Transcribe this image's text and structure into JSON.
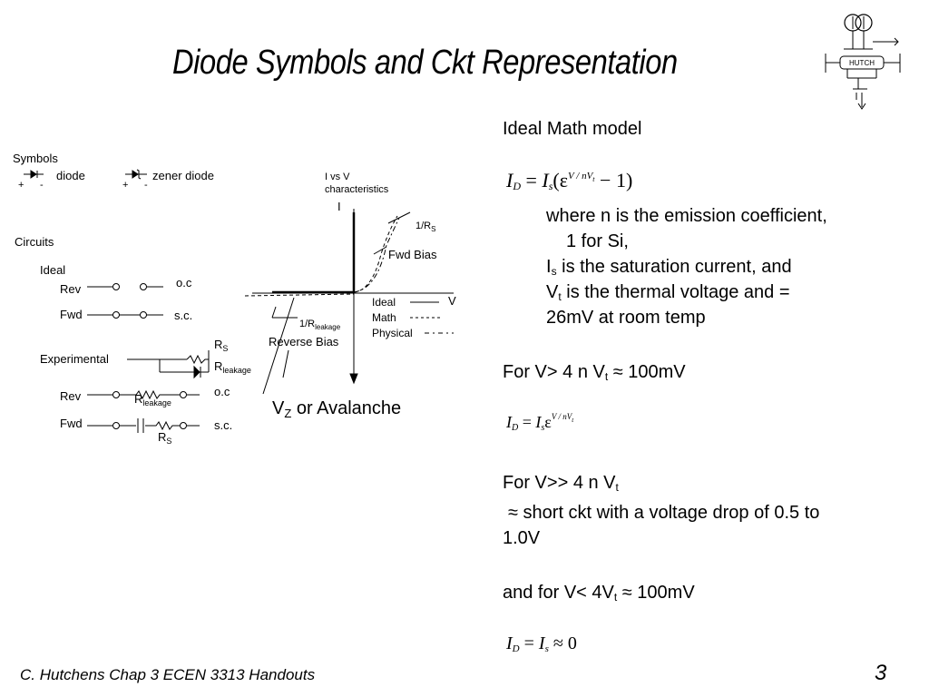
{
  "title": "Diode Symbols and Ckt Representation",
  "logo": {
    "label": "HUTCH"
  },
  "diagram": {
    "symbols_heading": "Symbols",
    "diode_label": "diode",
    "zener_label": "zener diode",
    "plus": "+",
    "minus": "-",
    "circuits_heading": "Circuits",
    "ideal_heading": "Ideal",
    "rev": "Rev",
    "fwd": "Fwd",
    "oc": "o.c",
    "sc": "s.c.",
    "experimental_heading": "Experimental",
    "r": "R",
    "s": "S",
    "leakage": "leakage",
    "ivs_line1": "I vs V",
    "ivs_line2": "characteristics",
    "i_axis": "I",
    "v_axis": "V",
    "one_over_r": "1/R",
    "fwd_bias": "Fwd Bias",
    "reverse_bias": "Reverse Bias",
    "legend_ideal": "Ideal",
    "legend_math": "Math",
    "legend_physical": "Physical",
    "vz_v": "V",
    "vz_z": "Z",
    "vz_rest": " or Avalanche"
  },
  "text": {
    "ideal_math_model": "Ideal Math model",
    "where_n": "where n is the emission coefficient,",
    "one_for_si": "1 for Si,",
    "is_sat_pre": "I",
    "is_sat_sub": "s",
    "is_sat_post": " is the saturation current, and",
    "vt_pre": "V",
    "vt_sub": "t",
    "vt_post": " is the thermal voltage and =",
    "room_temp": "26mV at room temp",
    "for_v1_pre": "For V> 4 n V",
    "for_v1_sub": "t",
    "for_v1_post": " ≈ 100mV",
    "for_v2_pre": "For V>> 4 n V",
    "for_v2_sub": "t",
    "short_ckt": " ≈ short ckt with a voltage drop of 0.5 to",
    "one_v": "1.0V",
    "and_for_pre": "and for V< 4V",
    "and_for_sub": "t",
    "and_for_post": " ≈ 100mV"
  },
  "equations": {
    "eq1": {
      "I": "I",
      "D": "D",
      "eqs": "=",
      "Is": "I",
      "s": "s",
      "open": "(ε",
      "V": "V / nV",
      "t": "t",
      "rest": " − 1)"
    },
    "eq2": {
      "I": "I",
      "D": "D",
      "eqs": "=",
      "Is": "I",
      "s": "s",
      "e": "ε",
      "V": "V / nV",
      "t": "t"
    },
    "eq3": {
      "I": "I",
      "D": "D",
      "eqs": "=",
      "Is": "I",
      "s": "s",
      "rest": "≈ 0"
    }
  },
  "footer": "C. Hutchens Chap 3 ECEN 3313 Handouts",
  "page_number": "3"
}
